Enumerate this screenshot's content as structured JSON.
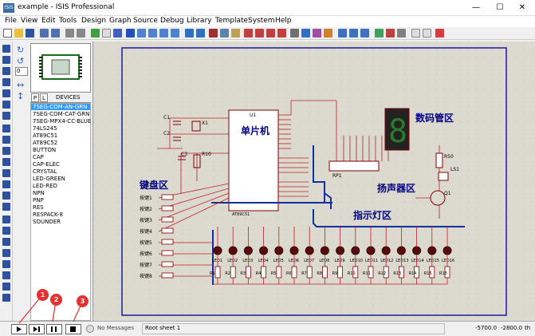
{
  "window": {
    "title": "example - ISIS Professional",
    "app_icon": "ISIS",
    "minimize": "—",
    "maximize": "☐",
    "close": "✕"
  },
  "menu": [
    "File",
    "View",
    "Edit",
    "Tools",
    "Design",
    "Graph",
    "Source",
    "Debug",
    "Library",
    "Template",
    "System",
    "Help"
  ],
  "selector": {
    "tab_p": "P",
    "tab_l": "L",
    "header": "DEVICES",
    "rotation": "0",
    "devices": [
      "7SEG-COM-AN-GRN",
      "7SEG-COM-CAT-GRN",
      "7SEG-MPX4-CC-BLUE",
      "74LS245",
      "AT89C51",
      "AT89C52",
      "BUTTON",
      "CAP",
      "CAP-ELEC",
      "CRYSTAL",
      "LED-GREEN",
      "LED-RED",
      "NPN",
      "PNP",
      "RES",
      "RESPACK-8",
      "SOUNDER"
    ],
    "selected_index": 0
  },
  "schematic": {
    "mcu_label": "单片机",
    "mcu_ref": "U1",
    "mcu_type": "AT89C51",
    "seg_label": "数码管区",
    "keypad_label": "键盘区",
    "speaker_label": "扬声器区",
    "led_label": "指示灯区",
    "crystal_ref": "X1",
    "c1": "C1",
    "c2": "C2",
    "c3": "C3",
    "r10": "R10",
    "r50": "R50",
    "rp1": "RP1",
    "ls1": "LS1",
    "q1": "Q1",
    "buttons": [
      "按键1",
      "按键2",
      "按键3",
      "按键4",
      "按键5",
      "按键6",
      "按键7",
      "按键8"
    ],
    "leds": [
      "LED1",
      "LED2",
      "LED3",
      "LED4",
      "LED5",
      "LED6",
      "LED7",
      "LED8",
      "LED9",
      "LED10",
      "LED11",
      "LED12",
      "LED13",
      "LED14",
      "LED15",
      "LED16"
    ],
    "resistors": [
      "R1",
      "R2",
      "R3",
      "R4",
      "R5",
      "R6",
      "R7",
      "R8",
      "R9",
      "R10",
      "R11",
      "R12",
      "R13",
      "R14",
      "R15",
      "R16"
    ],
    "seg_digit": "8"
  },
  "status": {
    "messages": "No Messages",
    "sheet": "Root sheet 1",
    "coord_x": "-5700.0",
    "coord_y": "-2800.0",
    "unit": "th"
  },
  "annotations": [
    "1",
    "2",
    "3"
  ],
  "colors": {
    "canvas": "#dcd9cf",
    "wire": "#cc2020",
    "bus": "#1030a0",
    "component": "#800000",
    "label": "#000080",
    "selected": "#3399ff",
    "annot": "#e53030"
  }
}
